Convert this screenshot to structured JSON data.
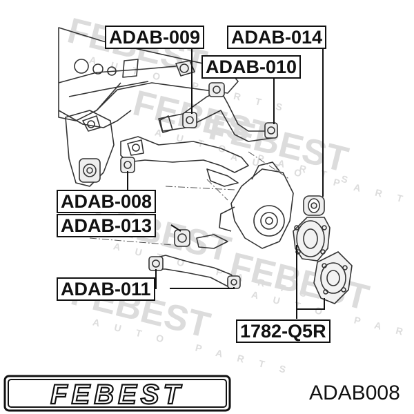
{
  "labels": {
    "adab_009": "ADAB-009",
    "adab_014": "ADAB-014",
    "adab_010": "ADAB-010",
    "adab_008": "ADAB-008",
    "adab_013": "ADAB-013",
    "adab_011": "ADAB-011",
    "hub_1782_q5r": "1782-Q5R"
  },
  "watermark": {
    "brand": "FEBEST",
    "tagline": "AUTO PARTS"
  },
  "footer": {
    "logo_text": "FEBEST",
    "part_code": "ADAB008"
  },
  "colors": {
    "ink": "#111111",
    "drawing": "#333333",
    "watermark": "#d6d6d6",
    "background": "#ffffff"
  }
}
